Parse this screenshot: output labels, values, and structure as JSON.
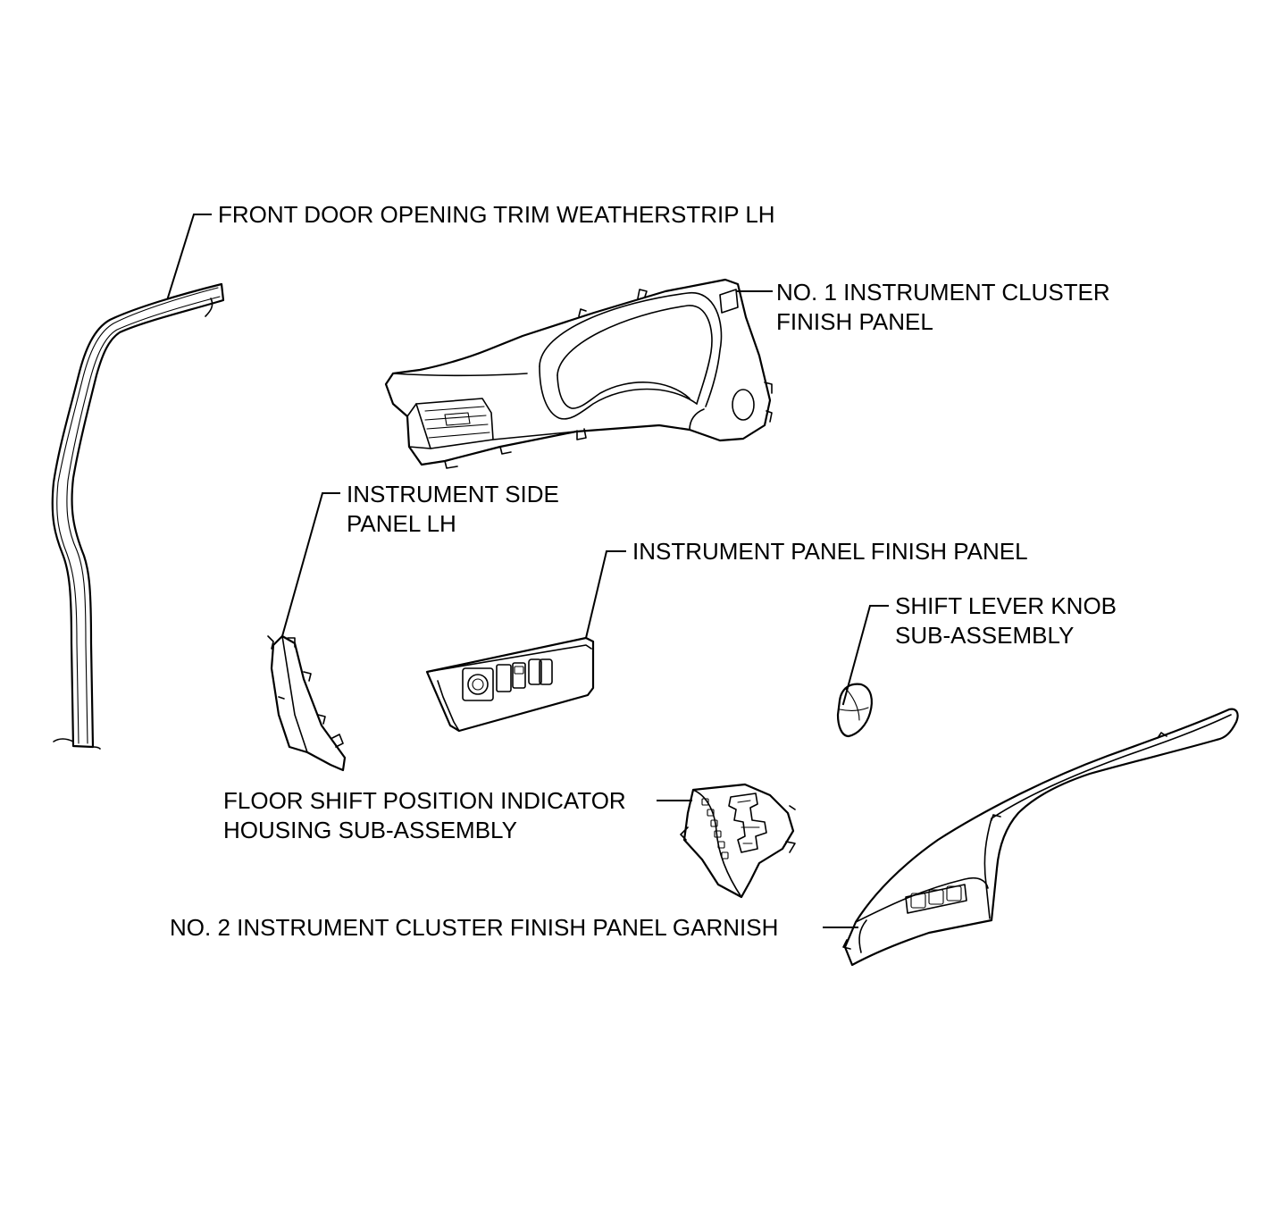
{
  "labels": {
    "weatherstrip": [
      "FRONT DOOR OPENING TRIM WEATHERSTRIP LH"
    ],
    "cluster_panel_1": [
      "NO. 1 INSTRUMENT CLUSTER",
      "FINISH PANEL"
    ],
    "side_panel": [
      "INSTRUMENT SIDE",
      "PANEL LH"
    ],
    "finish_panel": [
      "INSTRUMENT PANEL FINISH PANEL"
    ],
    "shift_knob": [
      "SHIFT LEVER KNOB",
      "SUB-ASSEMBLY"
    ],
    "indicator_housing": [
      "FLOOR SHIFT POSITION INDICATOR",
      "HOUSING SUB-ASSEMBLY"
    ],
    "cluster_garnish_2": [
      "NO. 2 INSTRUMENT CLUSTER FINISH PANEL GARNISH"
    ]
  },
  "colors": {
    "line": "#000000",
    "background": "#ffffff"
  }
}
